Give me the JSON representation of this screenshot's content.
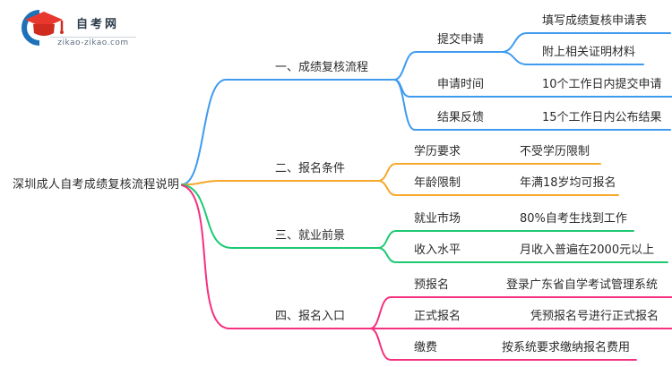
{
  "logo": {
    "title": "自考网",
    "domain": "zikao-zikao.com",
    "colors": {
      "crescent": "#1d71b8",
      "cap_top": "#e8382d",
      "cap_base": "#d02b1f",
      "title_text": "#2c3a4a",
      "domain_text": "#5e6e80"
    }
  },
  "mindmap": {
    "root": "深圳成人自考成绩复核流程说明",
    "branches": [
      {
        "label": "一、成绩复核流程",
        "color": "#3e9bf0",
        "children": [
          {
            "label": "提交申请",
            "children": [
              {
                "label": "填写成绩复核申请表"
              },
              {
                "label": "附上相关证明材料"
              }
            ]
          },
          {
            "label": "申请时间",
            "children": [
              {
                "label": "10个工作日内提交申请"
              }
            ]
          },
          {
            "label": "结果反馈",
            "children": [
              {
                "label": "15个工作日内公布结果"
              }
            ]
          }
        ]
      },
      {
        "label": "二、报名条件",
        "color": "#f7a82a",
        "children": [
          {
            "label": "学历要求",
            "children": [
              {
                "label": "不受学历限制"
              }
            ]
          },
          {
            "label": "年龄限制",
            "children": [
              {
                "label": "年满18岁均可报名"
              }
            ]
          }
        ]
      },
      {
        "label": "三、就业前景",
        "color": "#1dc973",
        "children": [
          {
            "label": "就业市场",
            "children": [
              {
                "label": "80%自考生找到工作"
              }
            ]
          },
          {
            "label": "收入水平",
            "children": [
              {
                "label": "月收入普遍在2000元以上"
              }
            ]
          }
        ]
      },
      {
        "label": "四、报名入口",
        "color": "#f5317f",
        "children": [
          {
            "label": "预报名",
            "children": [
              {
                "label": "登录广东省自学考试管理系统"
              }
            ]
          },
          {
            "label": "正式报名",
            "children": [
              {
                "label": "凭预报名号进行正式报名"
              }
            ]
          },
          {
            "label": "缴费",
            "children": [
              {
                "label": "按系统要求缴纳报名费用"
              }
            ]
          }
        ]
      }
    ]
  }
}
